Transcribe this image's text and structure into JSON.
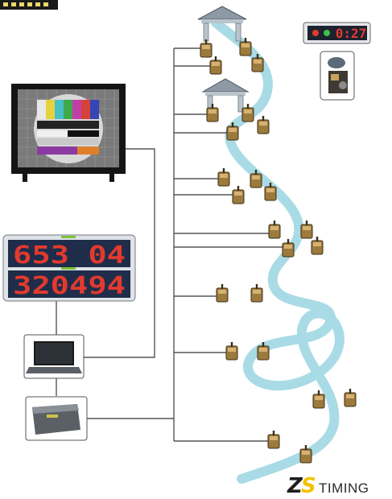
{
  "scoreboard": {
    "line1": "653 04",
    "line2": "320494"
  },
  "mini_display": {
    "time": "0:27"
  },
  "brand": {
    "initial": "Z",
    "accent_initial": "S",
    "name": "TIMING"
  },
  "colors": {
    "river": "#a9dbe6",
    "wire": "#555555",
    "display_red": "#e23a2e",
    "brand_yellow": "#f2c200",
    "gate": "#9c7a3c"
  },
  "icons": {
    "start_house": "start-house-icon",
    "gate_pole": "gate-pole-icon",
    "laptop": "laptop-icon",
    "timer_box": "timer-box-icon",
    "camera": "camera-icon"
  }
}
